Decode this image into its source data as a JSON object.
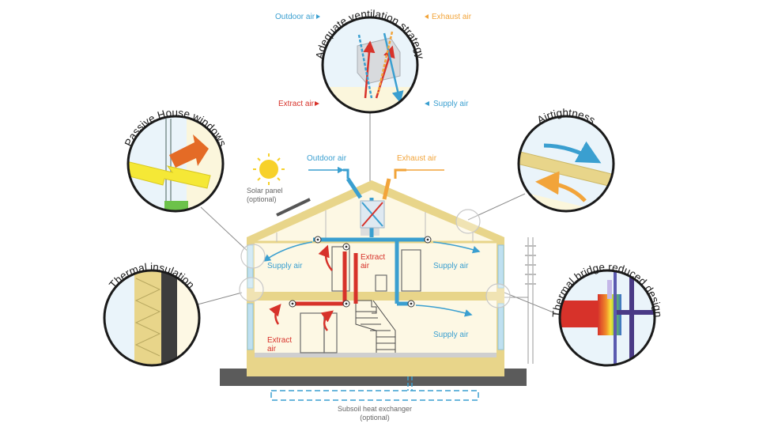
{
  "diagram": {
    "ventilation": {
      "title": "Adequate ventilation strategy",
      "outdoor_air": "Outdoor air",
      "exhaust_air": "Exhaust air",
      "extract_air": "Extract air",
      "supply_air": "Supply air"
    },
    "windows": {
      "title": "Passive House windows"
    },
    "airtightness": {
      "title": "Airtightness"
    },
    "insulation": {
      "title": "Thermal insulation"
    },
    "thermal_bridge": {
      "title": "Thermal bridge reduced design"
    },
    "solar_panel": {
      "line1": "Solar panel",
      "line2": "(optional)"
    },
    "house": {
      "outdoor_air": "Outdoor air",
      "exhaust_air": "Exhaust air",
      "supply_air_left": "Supply air",
      "supply_air_right_top": "Supply air",
      "supply_air_right_bottom": "Supply air",
      "extract_air_center_1": "Extract",
      "extract_air_center_2": "air",
      "extract_air_left_1": "Extract",
      "extract_air_left_2": "air"
    },
    "subsoil": {
      "line1": "Subsoil heat exchanger",
      "line2": "(optional)"
    },
    "colors": {
      "supply": "#3a9fd0",
      "extract": "#d7322a",
      "exhaust": "#f2a43a",
      "insulation": "#e8d58a",
      "wall_fill": "#fdf8e4",
      "ground": "#5b5b5b"
    }
  }
}
